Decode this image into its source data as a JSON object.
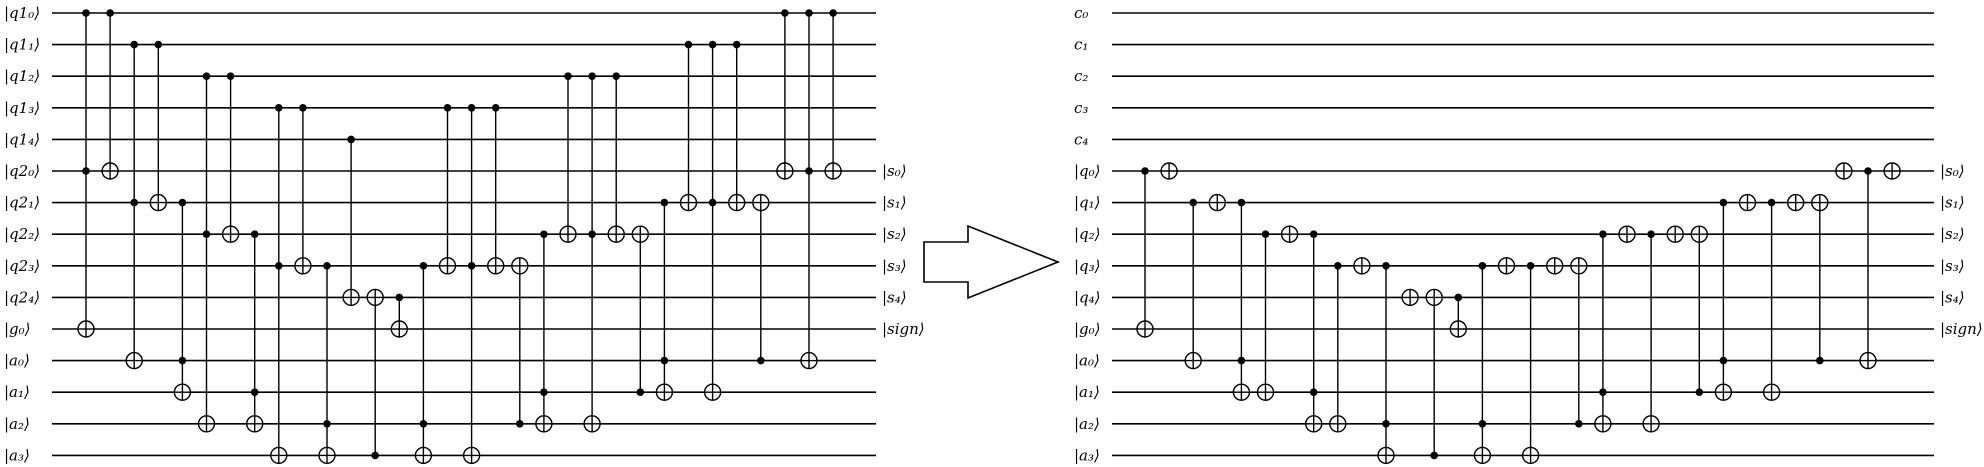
{
  "left_circuit": {
    "input_labels": [
      "|q1₀⟩",
      "|q1₁⟩",
      "|q1₂⟩",
      "|q1₃⟩",
      "|q1₄⟩",
      "|q2₀⟩",
      "|q2₁⟩",
      "|q2₂⟩",
      "|q2₃⟩",
      "|q2₄⟩",
      "|g₀⟩",
      "|a₀⟩",
      "|a₁⟩",
      "|a₂⟩",
      "|a₃⟩"
    ],
    "output_labels": [
      "",
      "",
      "",
      "",
      "",
      "|s₀⟩",
      "|s₁⟩",
      "|s₂⟩",
      "|s₃⟩",
      "|s₄⟩",
      "|sign⟩",
      "",
      "",
      "",
      ""
    ],
    "gates": [
      {
        "controls": [
          0,
          5
        ],
        "target": 10
      },
      {
        "controls": [
          0
        ],
        "target": 5
      },
      {
        "controls": [
          1,
          6
        ],
        "target": 11
      },
      {
        "controls": [
          1
        ],
        "target": 6
      },
      {
        "controls": [
          6,
          11
        ],
        "target": 12
      },
      {
        "controls": [
          2,
          7
        ],
        "target": 13
      },
      {
        "controls": [
          2
        ],
        "target": 7
      },
      {
        "controls": [
          7,
          12
        ],
        "target": 13
      },
      {
        "controls": [
          3,
          8
        ],
        "target": 14
      },
      {
        "controls": [
          3
        ],
        "target": 8
      },
      {
        "controls": [
          8,
          13
        ],
        "target": 14
      },
      {
        "controls": [
          4
        ],
        "target": 9
      },
      {
        "controls": [
          14
        ],
        "target": 9
      },
      {
        "controls": [
          9
        ],
        "target": 10
      },
      {
        "controls": [
          8,
          13
        ],
        "target": 14
      },
      {
        "controls": [
          3
        ],
        "target": 8
      },
      {
        "controls": [
          3,
          8
        ],
        "target": 14
      },
      {
        "controls": [
          3
        ],
        "target": 8
      },
      {
        "controls": [
          13
        ],
        "target": 8
      },
      {
        "controls": [
          7,
          12
        ],
        "target": 13
      },
      {
        "controls": [
          2
        ],
        "target": 7
      },
      {
        "controls": [
          2,
          7
        ],
        "target": 13
      },
      {
        "controls": [
          2
        ],
        "target": 7
      },
      {
        "controls": [
          12
        ],
        "target": 7
      },
      {
        "controls": [
          6,
          11
        ],
        "target": 12
      },
      {
        "controls": [
          1
        ],
        "target": 6
      },
      {
        "controls": [
          1,
          6
        ],
        "target": 12
      },
      {
        "controls": [
          1
        ],
        "target": 6
      },
      {
        "controls": [
          11
        ],
        "target": 6
      },
      {
        "controls": [
          0
        ],
        "target": 5
      },
      {
        "controls": [
          0,
          5
        ],
        "target": 11
      },
      {
        "controls": [
          0
        ],
        "target": 5
      }
    ]
  },
  "right_circuit": {
    "input_labels": [
      "c₀",
      "c₁",
      "c₂",
      "c₃",
      "c₄",
      "|q₀⟩",
      "|q₁⟩",
      "|q₂⟩",
      "|q₃⟩",
      "|q₄⟩",
      "|g₀⟩",
      "|a₀⟩",
      "|a₁⟩",
      "|a₂⟩",
      "|a₃⟩"
    ],
    "output_labels": [
      "",
      "",
      "",
      "",
      "",
      "|s₀⟩",
      "|s₁⟩",
      "|s₂⟩",
      "|s₃⟩",
      "|s₄⟩",
      "|sign⟩",
      "",
      "",
      "",
      ""
    ],
    "gates": [
      {
        "controls": [
          5
        ],
        "target": 10
      },
      {
        "controls": [],
        "target": 5
      },
      {
        "controls": [
          6
        ],
        "target": 11
      },
      {
        "controls": [],
        "target": 6
      },
      {
        "controls": [
          6,
          11
        ],
        "target": 12
      },
      {
        "controls": [
          7
        ],
        "target": 12
      },
      {
        "controls": [],
        "target": 7
      },
      {
        "controls": [
          7,
          12
        ],
        "target": 13
      },
      {
        "controls": [
          8
        ],
        "target": 13
      },
      {
        "controls": [],
        "target": 8
      },
      {
        "controls": [
          8,
          13
        ],
        "target": 14
      },
      {
        "controls": [],
        "target": 9
      },
      {
        "controls": [
          14
        ],
        "target": 9
      },
      {
        "controls": [
          9
        ],
        "target": 10
      },
      {
        "controls": [
          8,
          13
        ],
        "target": 14
      },
      {
        "controls": [],
        "target": 8
      },
      {
        "controls": [
          8
        ],
        "target": 14
      },
      {
        "controls": [],
        "target": 8
      },
      {
        "controls": [
          13
        ],
        "target": 8
      },
      {
        "controls": [
          7,
          12
        ],
        "target": 13
      },
      {
        "controls": [],
        "target": 7
      },
      {
        "controls": [
          7
        ],
        "target": 13
      },
      {
        "controls": [],
        "target": 7
      },
      {
        "controls": [
          12
        ],
        "target": 7
      },
      {
        "controls": [
          6,
          11
        ],
        "target": 12
      },
      {
        "controls": [],
        "target": 6
      },
      {
        "controls": [
          6
        ],
        "target": 12
      },
      {
        "controls": [],
        "target": 6
      },
      {
        "controls": [
          11
        ],
        "target": 6
      },
      {
        "controls": [],
        "target": 5
      },
      {
        "controls": [
          5
        ],
        "target": 11
      },
      {
        "controls": [],
        "target": 5
      }
    ]
  },
  "colors": {
    "line": "#000000",
    "background": "#ffffff"
  }
}
